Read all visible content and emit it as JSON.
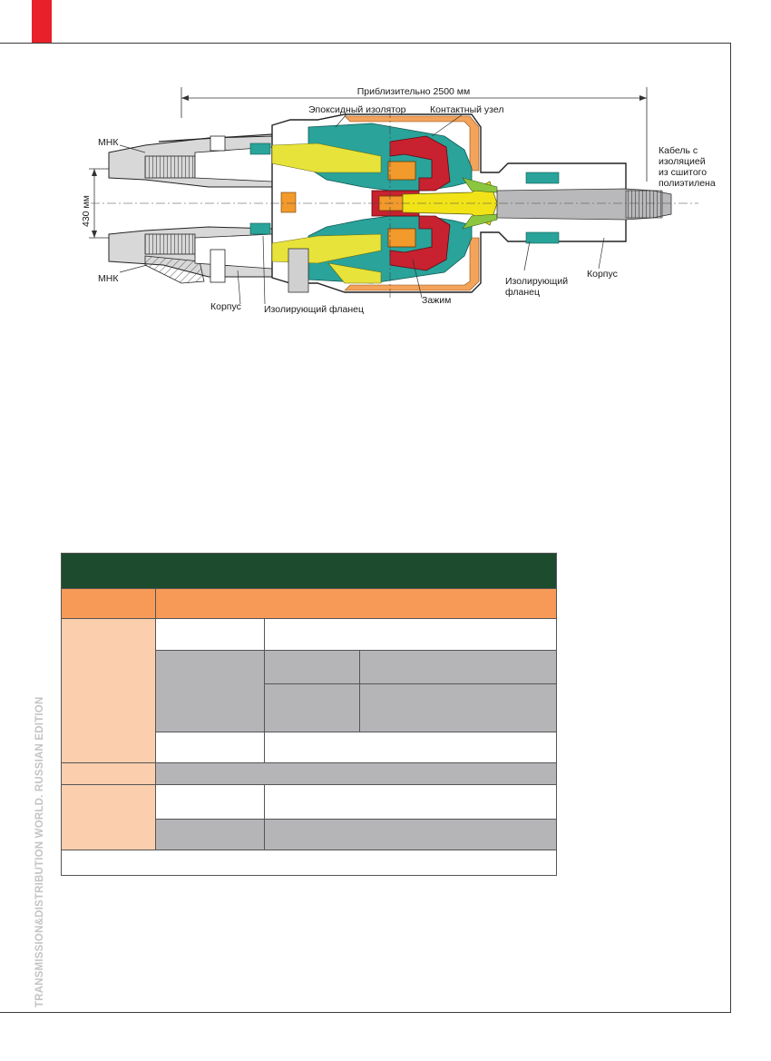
{
  "diagram": {
    "length_label": "Приблизительно 2500 мм",
    "height_label": "430 мм",
    "labels": {
      "epoxy_insulator": "Эпоксидный изолятор",
      "contact_assembly": "Контактный узел",
      "mnk_top": "МНК",
      "mnk_bottom": "МНК",
      "cable_line1": "Кабель с",
      "cable_line2": "изоляцией",
      "cable_line3": "из сшитого",
      "cable_line4": "полиэтилена",
      "housing_left": "Корпус",
      "insulating_flange_left": "Изолирующий фланец",
      "clamp": "Зажим",
      "insulating_flange_right_line1": "Изолирующий",
      "insulating_flange_right_line2": "фланец",
      "housing_right": "Корпус"
    }
  },
  "side_text": "TRANSMISSION&DISTRIBUTION WORLD. RUSSIAN EDITION",
  "colors": {
    "accent_red": "#e8202a",
    "table_header_green": "#1d4b2d",
    "table_orange": "#f79a58",
    "table_peach": "#fbcfae",
    "table_grey": "#b5b5b8",
    "epoxy_teal": "#2aa39a",
    "contact_red": "#c8212f",
    "conductor_yellow": "#f1e318"
  }
}
